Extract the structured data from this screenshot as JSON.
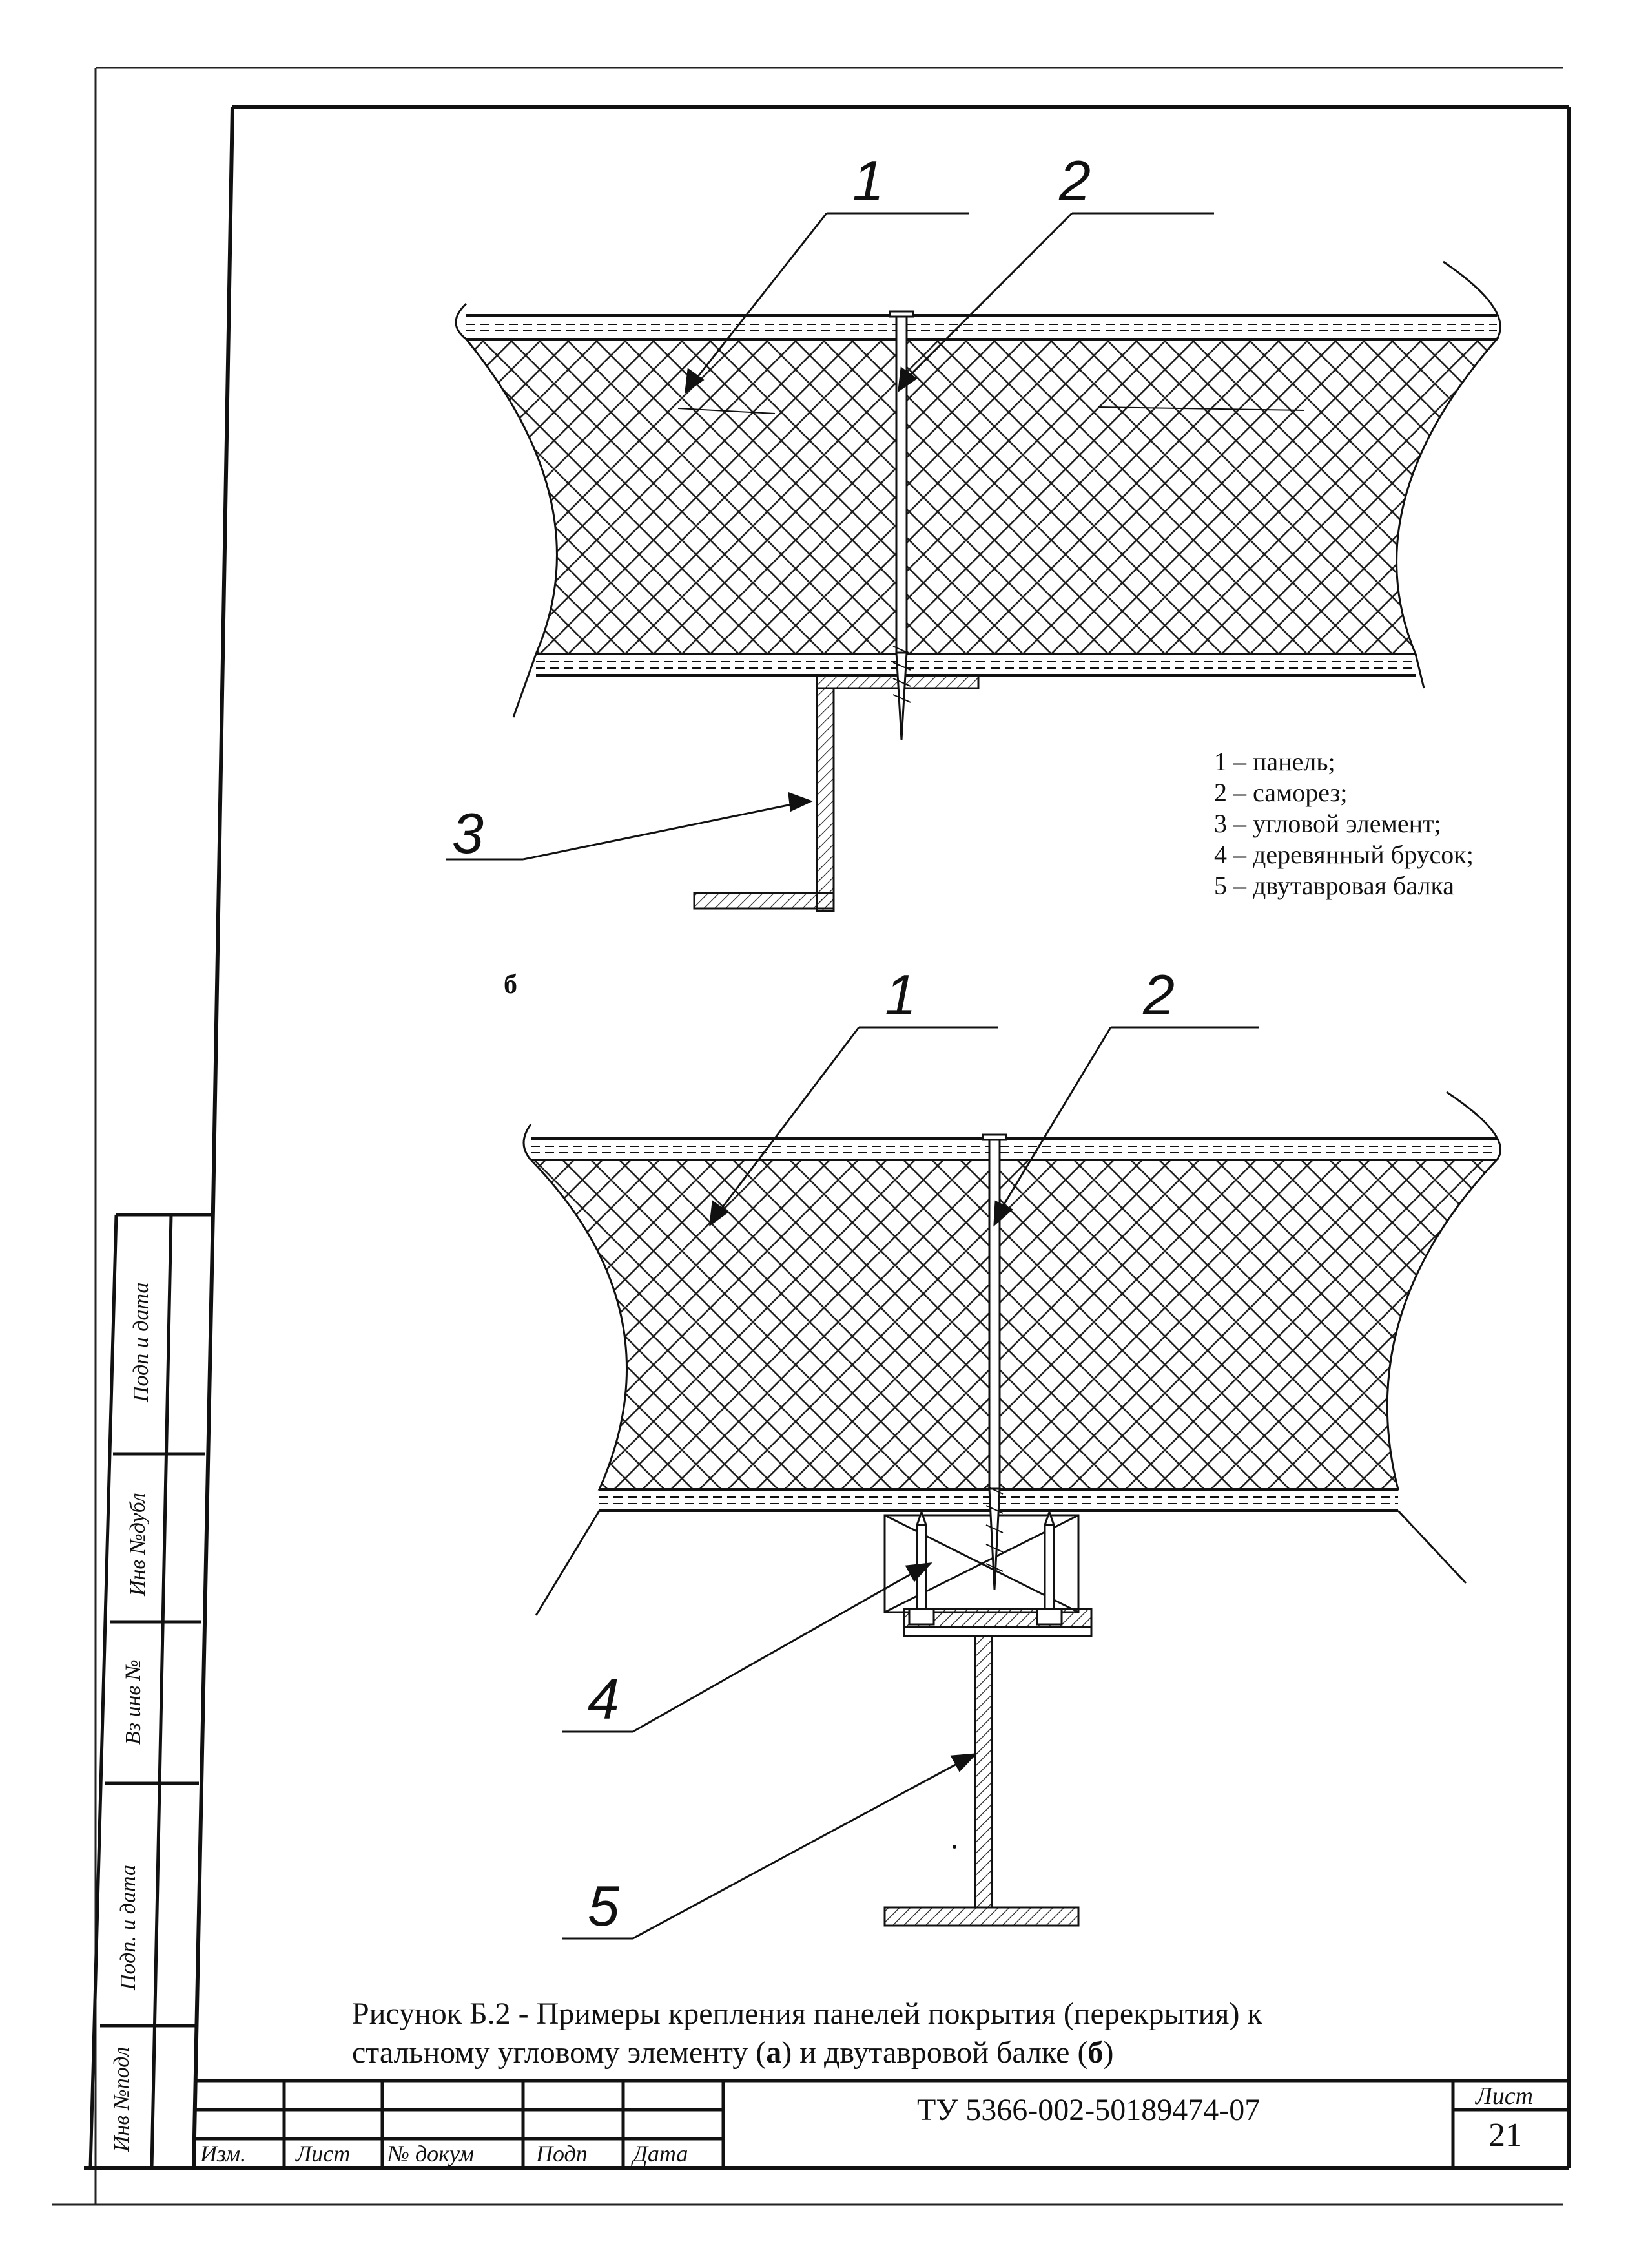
{
  "figure": {
    "sub_label_b": "б",
    "callouts_a": [
      "1",
      "2",
      "3"
    ],
    "callouts_b": [
      "1",
      "2",
      "4",
      "5"
    ],
    "legend": [
      "1 – панель;",
      "2 – саморез;",
      "3 – угловой элемент;",
      "4 – деревянный брусок;",
      "5 – двутавровая балка"
    ],
    "caption": {
      "line1": "Рисунок Б.2 -   Примеры крепления  панелей покрытия (перекрытия) к",
      "line2_pre": "стальному угловому элементу  (",
      "line2_a": "а",
      "line2_mid": ")  и  двутавровой балке  (",
      "line2_b": "б",
      "line2_post": ")"
    }
  },
  "side_stamp": [
    "Подп  и дата",
    "Инв №дубл",
    "Вз  инв №",
    "Подп. и дата",
    "Инв №подл"
  ],
  "title_block": {
    "headers": [
      "Изм.",
      "Лист",
      "№ докум",
      "Подп",
      "Дата"
    ],
    "doc_code": "ТУ 5366-002-50189474-07",
    "sheet_label": "Лист",
    "sheet_number": "21"
  }
}
